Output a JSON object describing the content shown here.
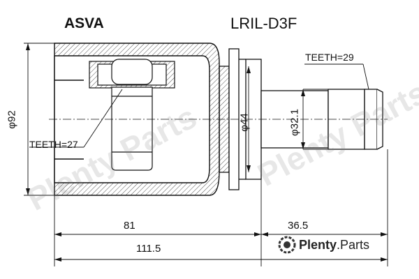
{
  "header": {
    "brand": "ASVA",
    "part_number": "LRIL-D3F"
  },
  "teeth": {
    "outer": "TEETH=29",
    "inner": "TEETH=27"
  },
  "dimensions": {
    "phi_housing": "φ92",
    "phi_neck": "φ44",
    "phi_shaft": "φ32.1",
    "len_body": "81",
    "len_shaft": "36.5",
    "len_total": "111.5"
  },
  "watermark": {
    "text": "Plenty Parts",
    "logo_main": "Plenty",
    "logo_sub": ".Parts"
  },
  "colors": {
    "line": "#111111",
    "hatch": "#555555",
    "watermark": "#bbbbbb"
  }
}
